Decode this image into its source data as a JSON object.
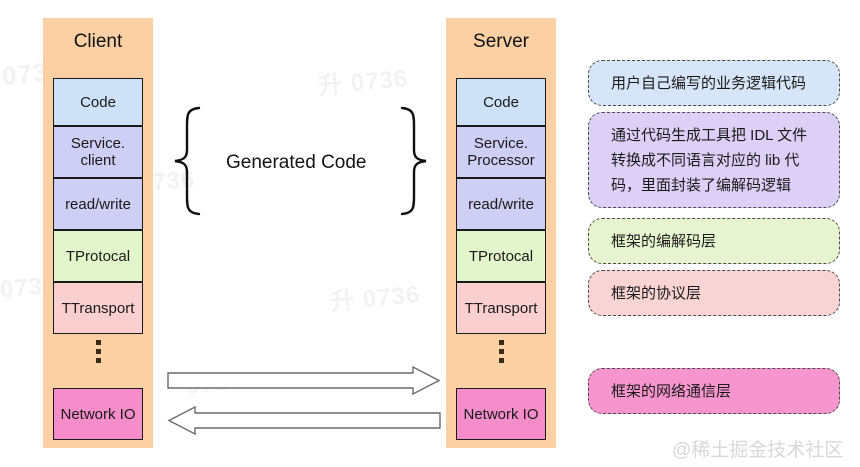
{
  "diagram": {
    "title": "Thrift RPC client/server layered architecture",
    "colors": {
      "column_bg": "#fad0a4",
      "code": "#cde1f7",
      "service": "#cfcef5",
      "readwrite": "#cfcef5",
      "protocol": "#e3f5cb",
      "transport": "#f9cfcf",
      "network": "#f58dcb",
      "callout_blue": "#d6e5f7",
      "callout_purple": "#ddd0f7",
      "callout_green": "#e6f5cf",
      "callout_pink_light": "#f9d4d4",
      "callout_pink": "#f795cf",
      "stroke": "#1a1a1a",
      "dash_stroke": "#4a4a4a"
    },
    "client": {
      "title": "Client",
      "layers": [
        {
          "label": "Code",
          "fill": "#cde1f7"
        },
        {
          "label": "Service.\nclient",
          "fill": "#cfcef5"
        },
        {
          "label": "read/write",
          "fill": "#cfcef5"
        },
        {
          "label": "TProtocal",
          "fill": "#e3f5cb"
        },
        {
          "label": "TTransport",
          "fill": "#f9cfcf"
        }
      ],
      "ellipsis": "⋮",
      "bottom_layer": {
        "label": "Network IO",
        "fill": "#f58dcb"
      }
    },
    "server": {
      "title": "Server",
      "layers": [
        {
          "label": "Code",
          "fill": "#cde1f7"
        },
        {
          "label": "Service.\nProcessor",
          "fill": "#cfcef5"
        },
        {
          "label": "read/write",
          "fill": "#cfcef5"
        },
        {
          "label": "TProtocal",
          "fill": "#e3f5cb"
        },
        {
          "label": "TTransport",
          "fill": "#f9cfcf"
        }
      ],
      "ellipsis": "⋮",
      "bottom_layer": {
        "label": "Network IO",
        "fill": "#f58dcb"
      }
    },
    "center_label": "Generated Code",
    "arrows": [
      {
        "direction": "right",
        "label": ""
      },
      {
        "direction": "left",
        "label": ""
      }
    ],
    "callouts": [
      {
        "text": "用户自己编写的业务逻辑代码",
        "fill": "#d6e5f7"
      },
      {
        "text": "通过代码生成工具把 IDL 文件\n转换成不同语言对应的 lib 代\n码，里面封装了编解码逻辑",
        "fill": "#ddd0f7"
      },
      {
        "text": "框架的编解码层",
        "fill": "#e6f5cf"
      },
      {
        "text": "框架的协议层",
        "fill": "#f9d4d4"
      },
      {
        "text": "框架的网络通信层",
        "fill": "#f795cf"
      }
    ],
    "watermarks": {
      "corner": "@稀土掘金技术社区",
      "background": [
        "0736",
        "升 0736",
        "0736",
        "0736",
        "升 0736",
        "0736",
        "0736",
        "0736"
      ]
    }
  }
}
